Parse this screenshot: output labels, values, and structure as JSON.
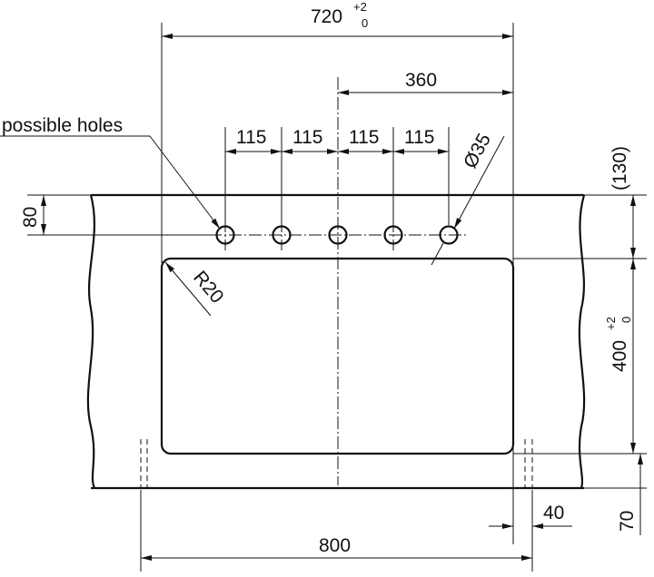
{
  "dimensions": {
    "top_width": {
      "value": "720",
      "tol_upper": "+2",
      "tol_lower": "0"
    },
    "half_width": "360",
    "hole_spacing": [
      "115",
      "115",
      "115",
      "115"
    ],
    "hole_diameter": "Ø35",
    "corner_radius": "R20",
    "edge_offset": "80",
    "top_offset_right": "(130)",
    "cutout_depth": {
      "value": "400",
      "tol_upper": "+2",
      "tol_lower": "0"
    },
    "bottom_offset_right": "70",
    "side_offset": "40",
    "cabinet_width": "800"
  },
  "labels": {
    "possible_holes": "possible holes"
  }
}
